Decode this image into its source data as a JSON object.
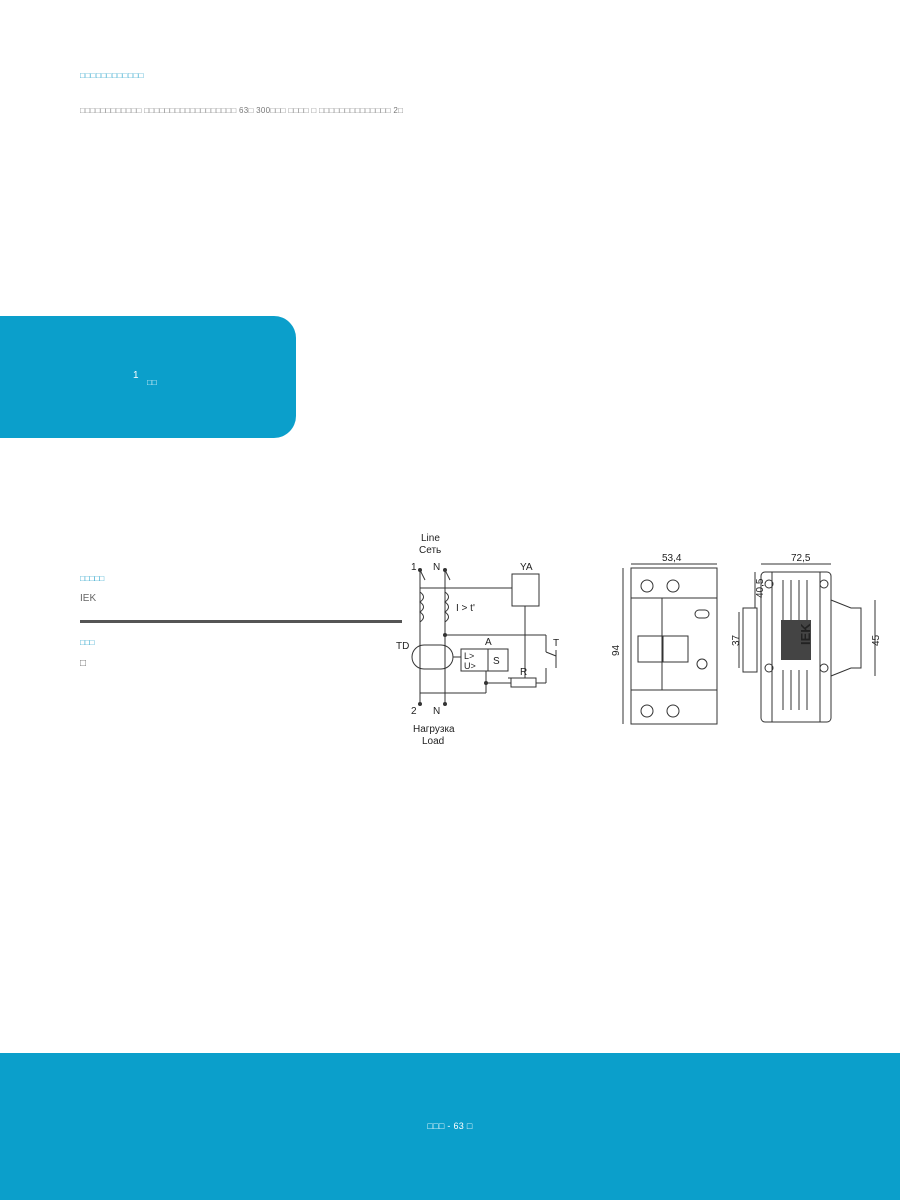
{
  "heading": {
    "title": "□□□□□□□□□□□□"
  },
  "intro": {
    "text": "□□□□□□□□□□□□ □□□□□□□□□□□□□□□□□□ 63□ 300□□□ □□□□ □ □□□□□□□□□□□□□□ 2□"
  },
  "panel": {
    "number": "1",
    "label": "□□"
  },
  "specs": [
    {
      "label": "□□□□□",
      "value": "IEK"
    },
    {
      "label": "□□□",
      "value": "□"
    }
  ],
  "schematic": {
    "line_en": "Line",
    "line_ru": "Сеть",
    "terminal_1": "1",
    "terminal_n_top": "N",
    "terminal_2": "2",
    "terminal_n_bottom": "N",
    "ya": "YA",
    "i_label": "I > t'",
    "a": "A",
    "l": "L>",
    "u": "U>",
    "s": "S",
    "td": "TD",
    "t": "T",
    "r": "R",
    "load_ru": "Нагрузка",
    "load_en": "Load"
  },
  "dimensions": {
    "width_front": "53,4",
    "height": "94",
    "depth": "72,5",
    "dim_405": "40,5",
    "dim_37": "37",
    "dim_45": "45",
    "brand": "IEK"
  },
  "footer": {
    "text": "□□□ - 63 □"
  },
  "colors": {
    "accent": "#0b9fcb",
    "heading": "#1a9cc6"
  }
}
